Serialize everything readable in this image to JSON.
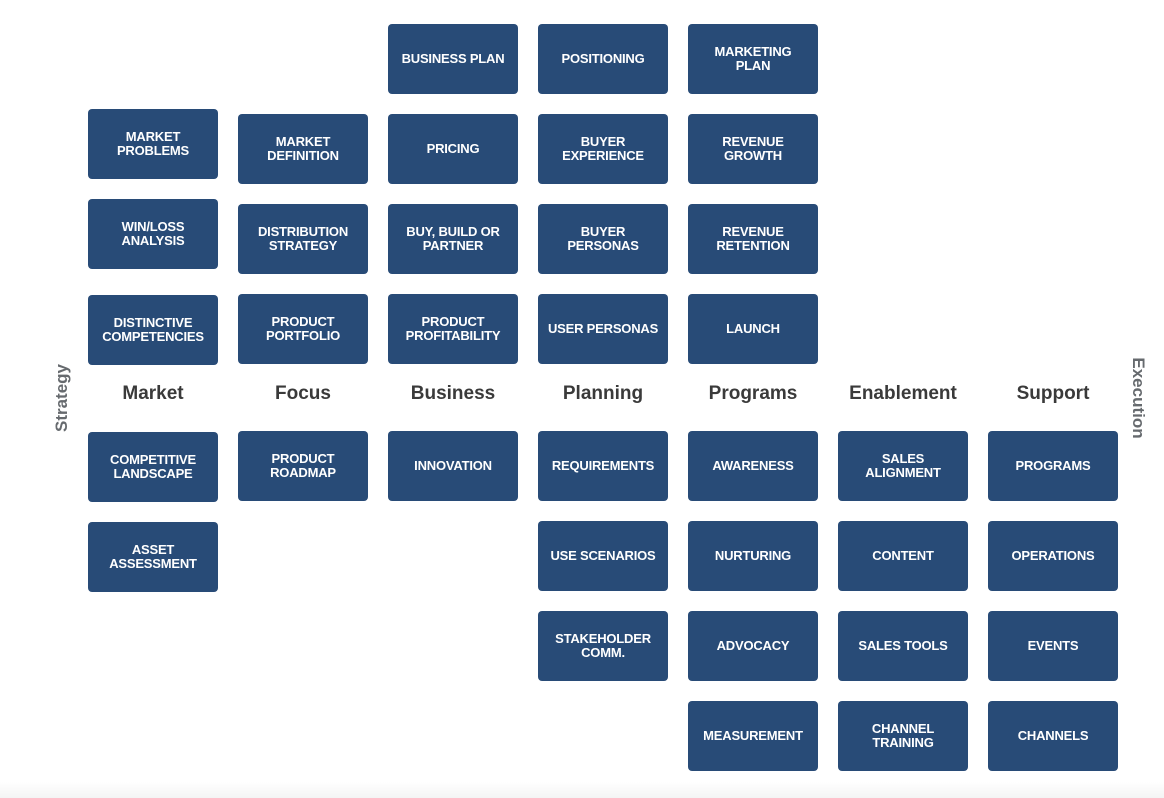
{
  "axis_labels": {
    "left": "Strategy",
    "right": "Execution"
  },
  "colors": {
    "box_bg": "#284b77",
    "box_text": "#ffffff",
    "header_text": "#3a3a3a",
    "side_text": "#666a6e"
  },
  "columns": [
    {
      "header": "Market",
      "above": [
        "MARKET\nPROBLEMS",
        "WIN/LOSS\nANALYSIS",
        "DISTINCTIVE\nCOMPETENCIES"
      ],
      "below": [
        "COMPETITIVE\nLANDSCAPE",
        "ASSET\nASSESSMENT"
      ]
    },
    {
      "header": "Focus",
      "above": [
        "MARKET\nDEFINITION",
        "DISTRIBUTION\nSTRATEGY",
        "PRODUCT\nPORTFOLIO"
      ],
      "below": [
        "PRODUCT\nROADMAP"
      ]
    },
    {
      "header": "Business",
      "above": [
        "BUSINESS PLAN",
        "PRICING",
        "BUY, BUILD OR\nPARTNER",
        "PRODUCT\nPROFITABILITY"
      ],
      "below": [
        "INNOVATION"
      ]
    },
    {
      "header": "Planning",
      "above": [
        "POSITIONING",
        "BUYER\nEXPERIENCE",
        "BUYER\nPERSONAS",
        "USER PERSONAS"
      ],
      "below": [
        "REQUIREMENTS",
        "USE SCENARIOS",
        "STAKEHOLDER\nCOMM."
      ]
    },
    {
      "header": "Programs",
      "above": [
        "MARKETING\nPLAN",
        "REVENUE\nGROWTH",
        "REVENUE\nRETENTION",
        "LAUNCH"
      ],
      "below": [
        "AWARENESS",
        "NURTURING",
        "ADVOCACY",
        "MEASUREMENT"
      ]
    },
    {
      "header": "Enablement",
      "above": [],
      "below": [
        "SALES\nALIGNMENT",
        "CONTENT",
        "SALES TOOLS",
        "CHANNEL\nTRAINING"
      ]
    },
    {
      "header": "Support",
      "above": [],
      "below": [
        "PROGRAMS",
        "OPERATIONS",
        "EVENTS",
        "CHANNELS"
      ]
    }
  ]
}
